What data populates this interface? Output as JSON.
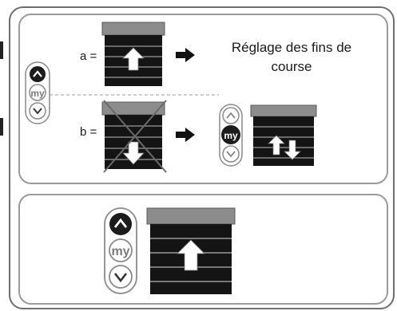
{
  "steps": {
    "a_label": "a =",
    "b_label": "b =",
    "result_text": "Réglage des fins de course"
  },
  "remote": {
    "up_button": "up",
    "my_button": "my",
    "down_button": "down"
  },
  "icons": {
    "up": "chevron-up-icon",
    "down": "chevron-down-icon",
    "arrow": "arrow-right-icon",
    "blind": "roller-shutter-icon"
  },
  "colors": {
    "panel_border": "#9a9a9a",
    "outer_border": "#6e6e6e",
    "blind_dark": "#141414",
    "blind_head": "#8c8c8c",
    "button_active": "#1c1c1c",
    "button_outline": "#8a8a8a"
  }
}
